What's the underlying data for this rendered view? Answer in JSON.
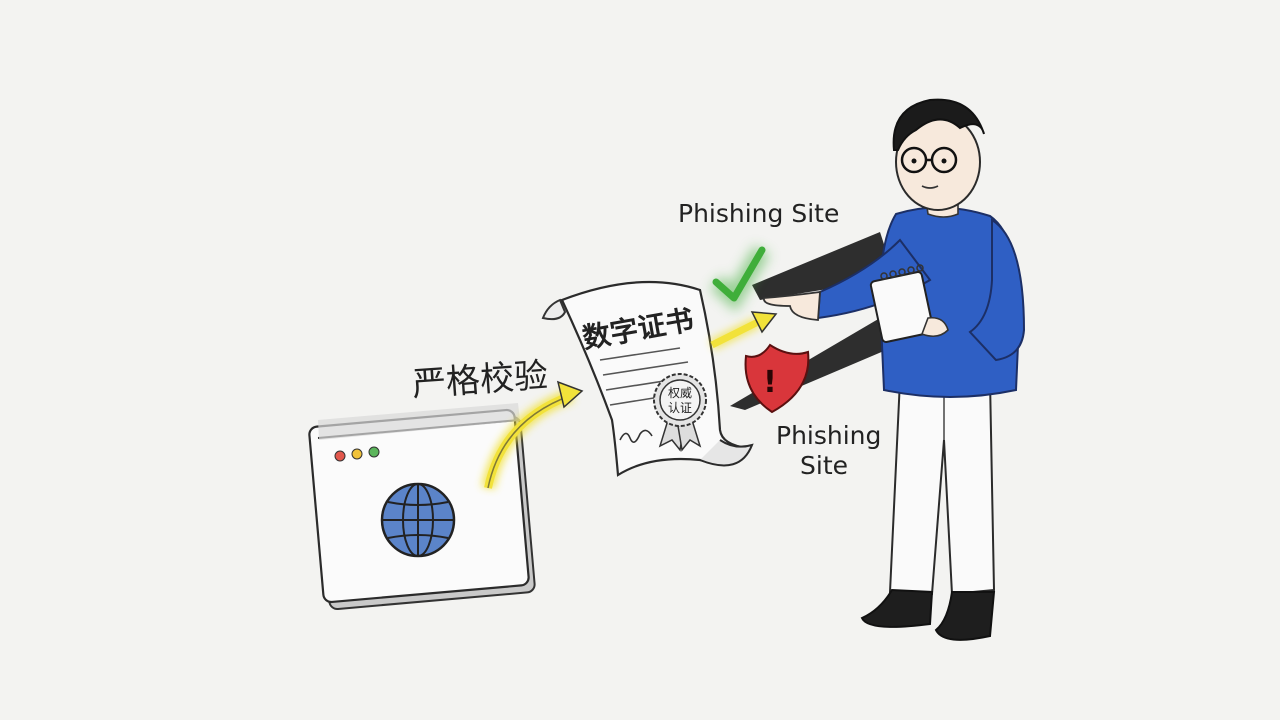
{
  "labels": {
    "strict_verify": "严格校验",
    "certificate_title": "数字证书",
    "seal_line1": "权威",
    "seal_line2": "认证",
    "top_label": "Phishing Site",
    "bottom_label_line1": "Phishing",
    "bottom_label_line2": "Site",
    "shield_mark": "!"
  },
  "colors": {
    "background": "#f3f3f1",
    "arrow_yellow": "#f2e23a",
    "check_green": "#3fae3a",
    "shield_red": "#d9363b",
    "globe_blue": "#5b84c9",
    "sweater_blue": "#2f5fc4",
    "browser_red": "#e2574c",
    "browser_yellow": "#f0c23a",
    "browser_green": "#5bb55b"
  },
  "icons": {
    "browser": "browser-window-icon",
    "globe": "globe-icon",
    "certificate": "certificate-scroll-icon",
    "seal": "seal-ribbon-icon",
    "check": "check-mark-icon",
    "shield": "warning-shield-icon",
    "person": "person-with-notepad-icon"
  }
}
